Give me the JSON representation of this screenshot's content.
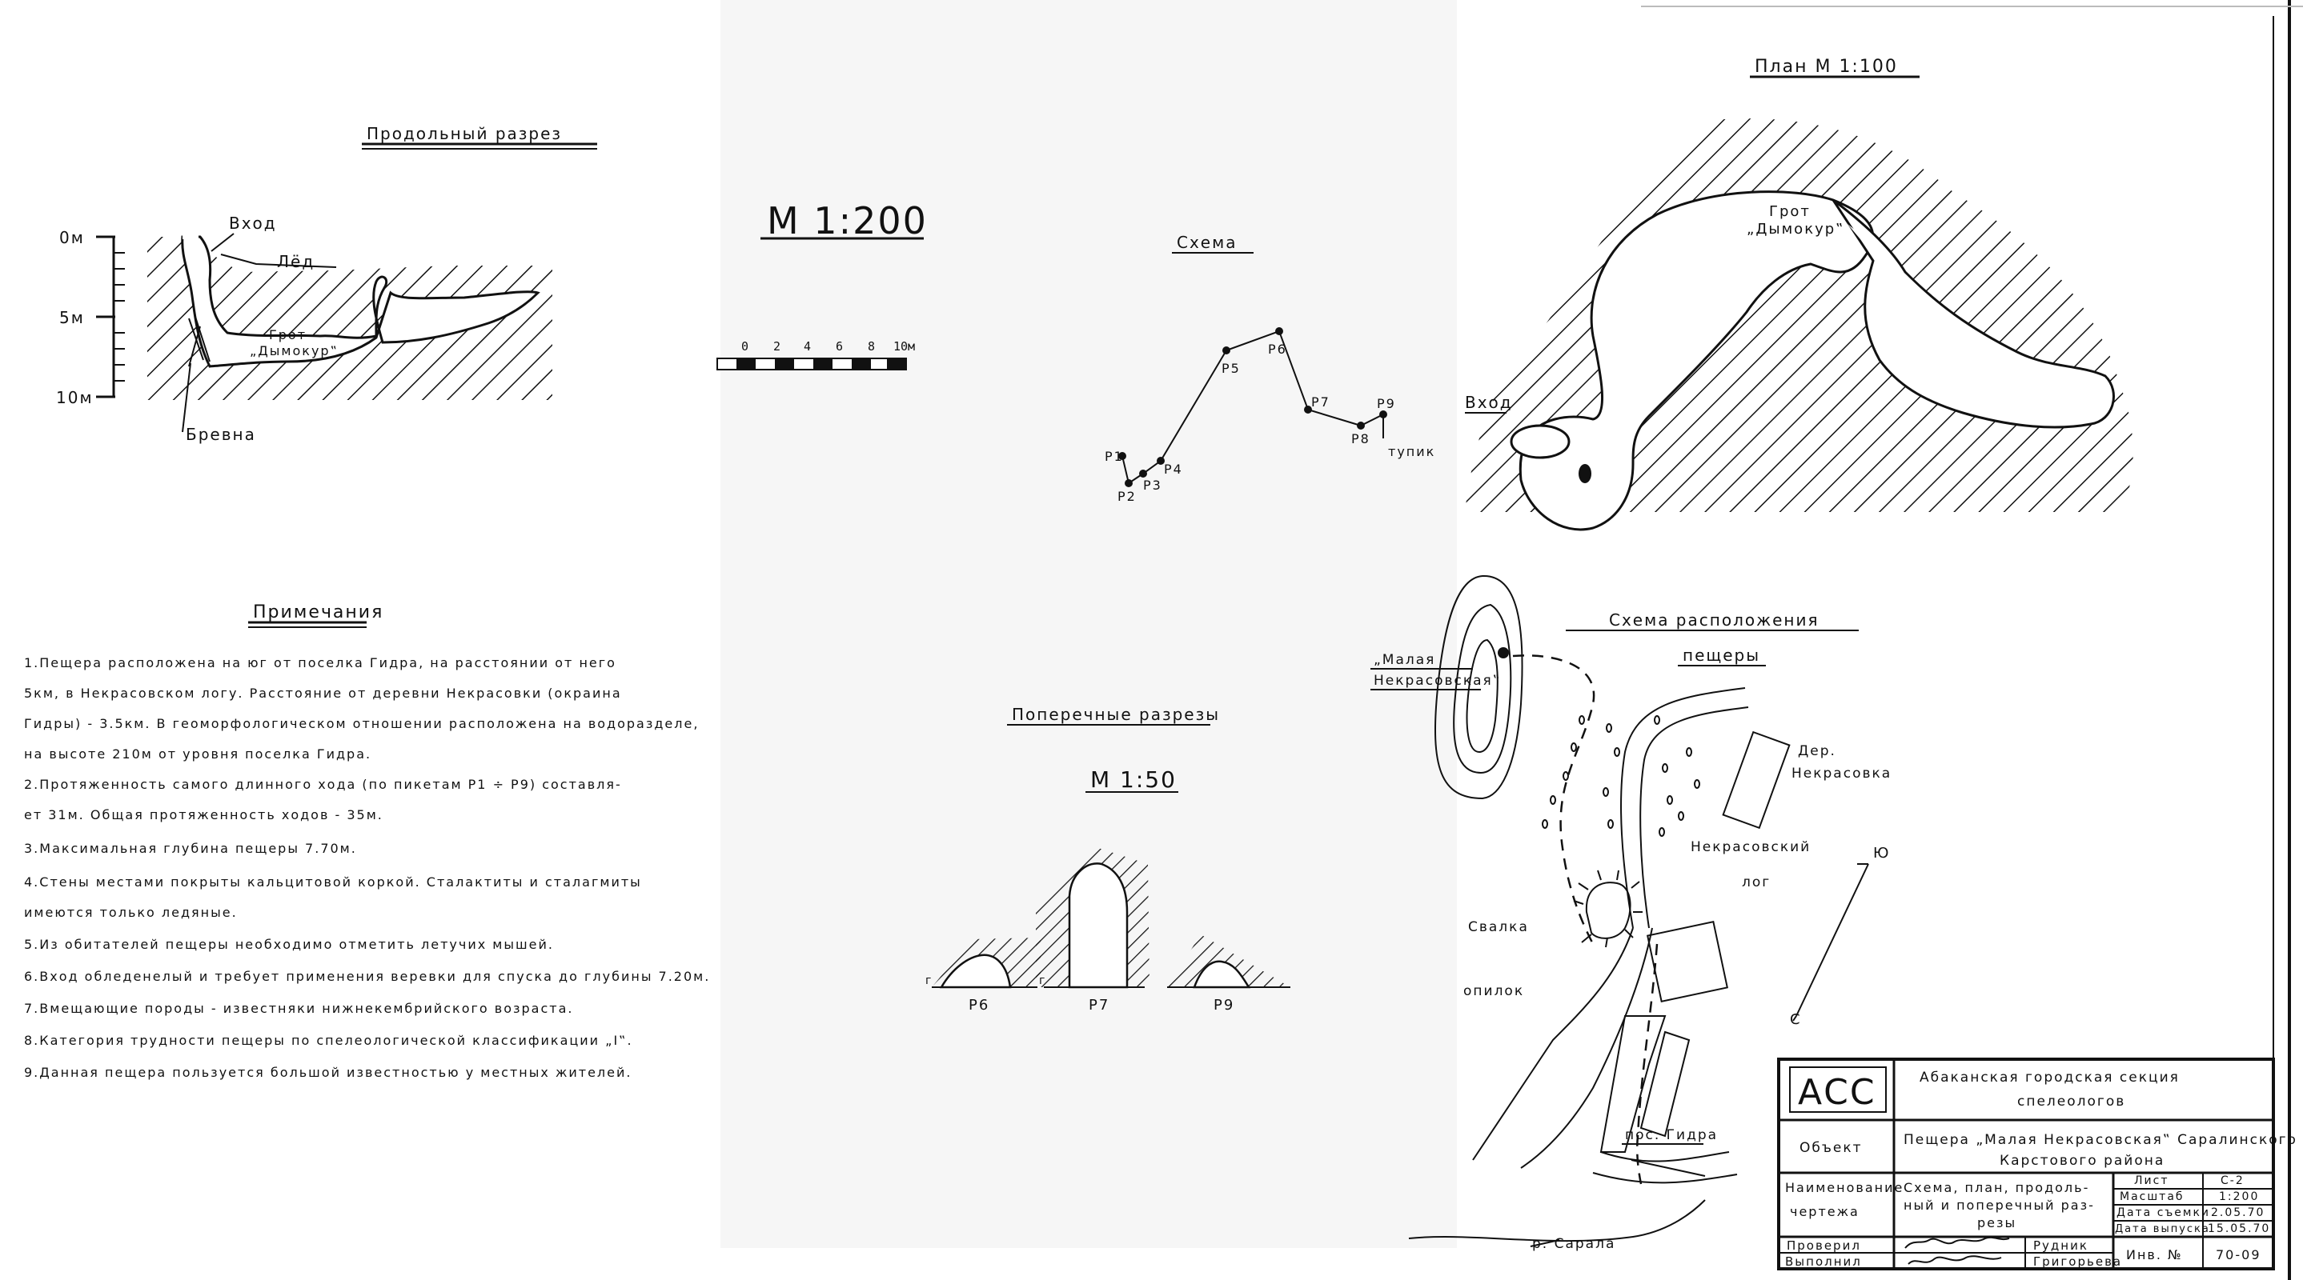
{
  "profile": {
    "title": "Продольный разрез",
    "depth_labels": [
      "0м",
      "5м",
      "10м"
    ],
    "entrance": "Вход",
    "ice": "Лёд",
    "grotto": "Грот „Дымокур‟",
    "grotto_line1": "Грот",
    "grotto_line2": "„Дымокур‟",
    "logs": "Бревна"
  },
  "scale_block": {
    "scale": "М 1:200",
    "ticks": [
      "0",
      "2",
      "4",
      "6",
      "8",
      "10м"
    ]
  },
  "scheme": {
    "title": "Схема",
    "pickets": [
      "P1",
      "P2",
      "P3",
      "P4",
      "P5",
      "P6",
      "P7",
      "P8",
      "P9"
    ],
    "dead_end": "тупик"
  },
  "plan": {
    "title": "План М 1:100",
    "grotto_line1": "Грот",
    "grotto_line2": "„Дымокур‟",
    "entrance": "Вход"
  },
  "notes": {
    "title": "Примечания",
    "lines": [
      "1.Пещера расположена на юг от поселка Гидра, на расстоянии от него",
      "5км, в Некрасовском логу. Расстояние от деревни Некрасовки (окраина",
      "Гидры) - 3.5км. В геоморфологическом отношении расположена на водоразделе,",
      "на высоте 210м от уровня поселка Гидра.",
      "2.Протяженность самого длинного хода (по пикетам P1 ÷ P9) составля-",
      "ет 31м. Общая протяженность ходов - 35м.",
      "3.Максимальная глубина пещеры 7.70м.",
      "4.Стены местами покрыты кальцитовой коркой. Сталактиты и сталагмиты",
      "имеются только ледяные.",
      "5.Из обитателей пещеры необходимо отметить летучих мышей.",
      "6.Вход обледенелый и требует применения веревки для спуска до глубины 7.20м.",
      "7.Вмещающие породы - известняки нижнекембрийского возраста.",
      "8.Категория трудности пещеры по спелеологической классификации „I‟.",
      "9.Данная пещера пользуется большой известностью у местных жителей."
    ]
  },
  "cross_sections": {
    "title": "Поперечные разрезы",
    "scale": "М 1:50",
    "labels": [
      "P6",
      "P7",
      "P9"
    ],
    "ground_marks": [
      "г",
      "г"
    ]
  },
  "location": {
    "title_line1": "Схема расположения",
    "title_line2": "пещеры",
    "cave_line1": "„Малая",
    "cave_line2": "Некрасовская‟",
    "village_line1": "Дер.",
    "village_line2": "Некрасовка",
    "log_line1": "Некрасовский",
    "log_line2": "лог",
    "dump_line1": "Свалка",
    "dump_line2": "опилок",
    "north": "Ю",
    "south": "С",
    "settlement": "пос. Гидра",
    "river": "р. Сарала"
  },
  "title_block": {
    "logo": "АСС",
    "org_line1": "Абаканская городская секция",
    "org_line2": "спелеологов",
    "object_label": "Объект",
    "object_line1": "Пещера „Малая Некрасовская‟ Саралинского",
    "object_line2": "Карстового района",
    "name_label_line1": "Наименование",
    "name_label_line2": "чертежа",
    "name_line1": "Схема, план, продоль-",
    "name_line2": "ный и поперечный раз-",
    "name_line3": "резы",
    "sheet_label": "Лист",
    "sheet_value": "С-2",
    "scale_label": "Масштаб",
    "scale_value": "1:200",
    "survey_label": "Дата съемки",
    "survey_value": "2.05.70",
    "issue_label": "Дата выпуска",
    "issue_value": "15.05.70",
    "inv_label": "Инв. №",
    "inv_value": "70-09",
    "checked_label": "Проверил",
    "checked_name": "Рудник",
    "done_label": "Выполнил",
    "done_name": "Григорьева"
  }
}
